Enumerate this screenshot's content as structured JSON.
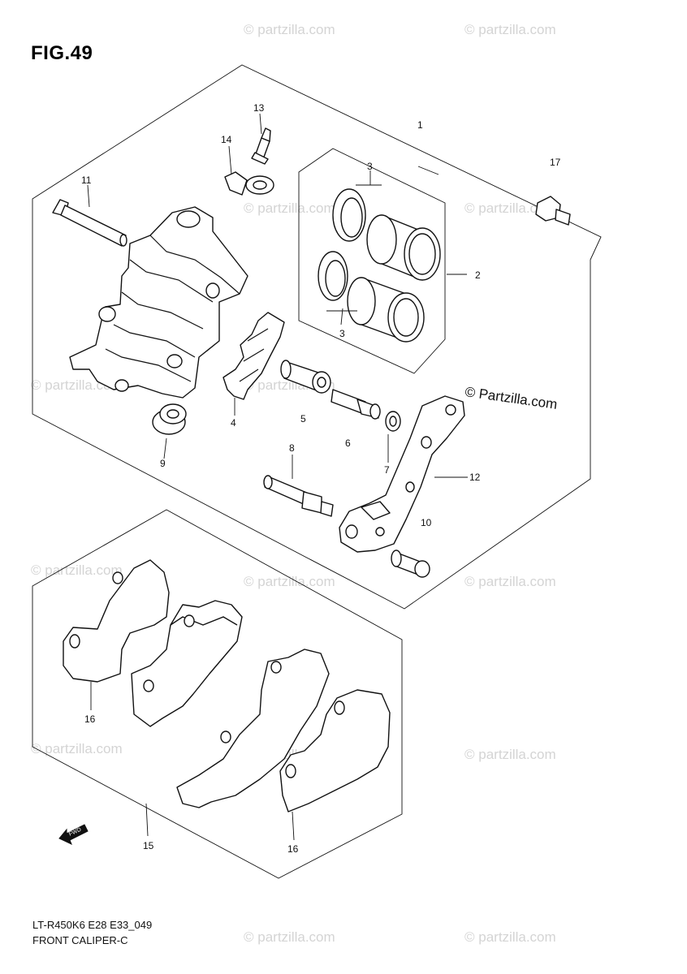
{
  "figure": {
    "title": "FIG.49",
    "code": "LT-R450K6 E28 E33_049",
    "name": "FRONT CALIPER-C"
  },
  "watermark": {
    "text": "© Partzilla.com",
    "text_small": "© partzilla.com"
  },
  "callouts": [
    {
      "id": "c1",
      "label": "1"
    },
    {
      "id": "c2",
      "label": "2"
    },
    {
      "id": "c3a",
      "label": "3"
    },
    {
      "id": "c3b",
      "label": "3"
    },
    {
      "id": "c4",
      "label": "4"
    },
    {
      "id": "c5",
      "label": "5"
    },
    {
      "id": "c6",
      "label": "6"
    },
    {
      "id": "c7",
      "label": "7"
    },
    {
      "id": "c8",
      "label": "8"
    },
    {
      "id": "c9",
      "label": "9"
    },
    {
      "id": "c10",
      "label": "10"
    },
    {
      "id": "c11",
      "label": "11"
    },
    {
      "id": "c12",
      "label": "12"
    },
    {
      "id": "c13",
      "label": "13"
    },
    {
      "id": "c14",
      "label": "14"
    },
    {
      "id": "c15",
      "label": "15"
    },
    {
      "id": "c16a",
      "label": "16"
    },
    {
      "id": "c16b",
      "label": "16"
    },
    {
      "id": "c17",
      "label": "17"
    }
  ],
  "direction_arrow": {
    "label": "FWD"
  },
  "colors": {
    "line": "#111111",
    "watermark": "#d4d4d4",
    "background": "#ffffff"
  }
}
